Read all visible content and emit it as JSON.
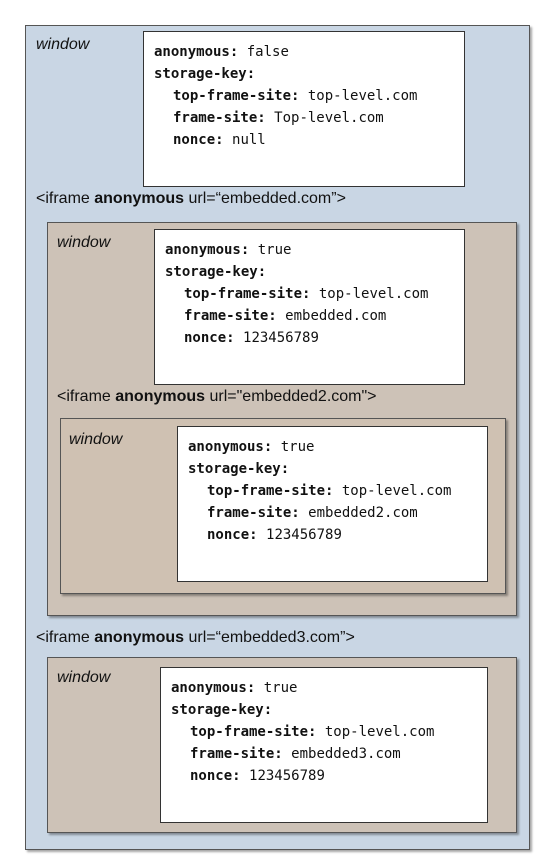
{
  "window_label": "window",
  "keys": {
    "anonymous": "anonymous:",
    "storage_key": "storage-key:",
    "top_frame_site": "top-frame-site:",
    "frame_site": "frame-site:",
    "nonce": "nonce:"
  },
  "top": {
    "anonymous": "false",
    "top_frame_site": "top-level.com",
    "frame_site": "Top-level.com",
    "nonce": "null"
  },
  "iframe1": {
    "tag_open": "<iframe ",
    "tag_attr": "anonymous",
    "tag_rest": " url=“embedded.com”>",
    "anonymous": "true",
    "top_frame_site": "top-level.com",
    "frame_site": "embedded.com",
    "nonce": "123456789"
  },
  "iframe2": {
    "tag_open": "<iframe ",
    "tag_attr": "anonymous",
    "tag_rest": " url=\"embedded2.com\">",
    "anonymous": "true",
    "top_frame_site": "top-level.com",
    "frame_site": "embedded2.com",
    "nonce": "123456789"
  },
  "iframe3": {
    "tag_open": "<iframe ",
    "tag_attr": "anonymous",
    "tag_rest": " url=“embedded3.com”>",
    "anonymous": "true",
    "top_frame_site": "top-level.com",
    "frame_site": "embedded3.com",
    "nonce": "123456789"
  }
}
